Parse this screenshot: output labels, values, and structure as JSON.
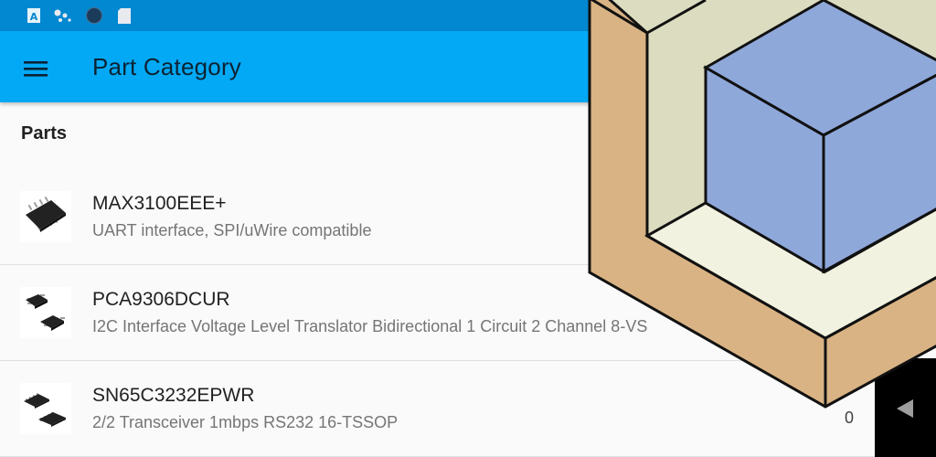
{
  "app_bar": {
    "title": "Part Category"
  },
  "section": {
    "header": "Parts"
  },
  "parts": [
    {
      "name": "MAX3100EEE+",
      "description": "UART interface, SPI/uWire compatible",
      "count": "",
      "thumbnail": "soic-chip-image"
    },
    {
      "name": "PCA9306DCUR",
      "description": "I2C Interface Voltage Level Translator Bidirectional 1 Circuit 2 Channel  8-VS",
      "count": "",
      "thumbnail": "vssop-chip-image"
    },
    {
      "name": "SN65C3232EPWR",
      "description": "2/2 Transceiver 1mbps RS232 16-TSSOP",
      "count": "0",
      "thumbnail": "tssop-chip-image"
    }
  ],
  "colors": {
    "status_bar": "#0288d1",
    "app_bar": "#03a9f4",
    "cube_front": "#8fa8da",
    "frame_tan": "#d9b384",
    "frame_inner": "#dcdcc0",
    "floor": "#f2f2e0"
  },
  "icons": {
    "status": [
      "keyboard-icon",
      "assistant-icon",
      "circle-icon",
      "sd-card-icon"
    ],
    "menu": "hamburger-menu-icon",
    "nav_back": "back-triangle-icon"
  }
}
